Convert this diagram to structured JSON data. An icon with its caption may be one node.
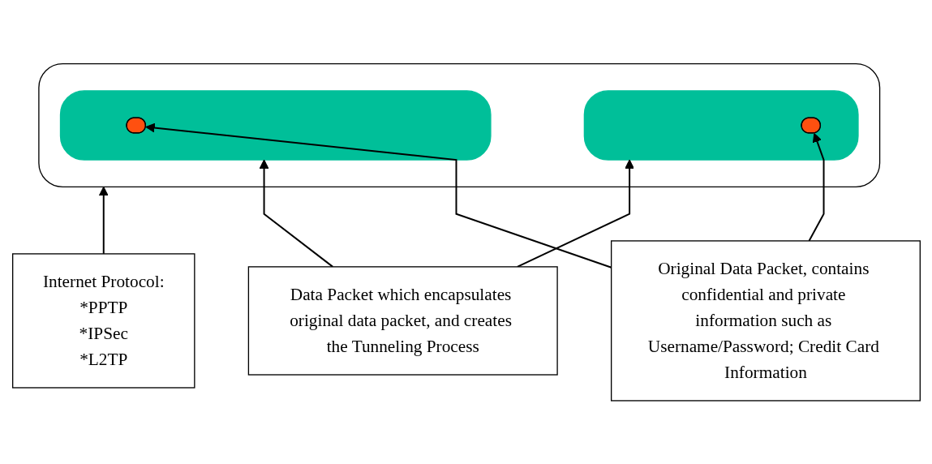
{
  "diagram": {
    "nodes": [
      {
        "text": [],
        "shape": "box"
      },
      {
        "text": [],
        "shape": "box",
        "in": 0
      },
      {
        "text": [],
        "shape": "ellipse",
        "in": 1
      },
      {
        "text": [],
        "shape": "box",
        "in": 0
      },
      {
        "text": [],
        "shape": "ellipse",
        "in": 3
      },
      {
        "text": [
          "Data Packet which encapsulates original data packet, and creates the Tunneling Process"
        ]
      },
      {
        "text": [
          "Internet Protocol:",
          "*PPTP",
          "*IPSec",
          "*L2TP"
        ]
      },
      {
        "text": [
          "Original Data Packet, contains confidential and private information such as Username/Password; Credit Card Information"
        ]
      }
    ],
    "edges": [
      {
        "from": 5,
        "to": 1,
        "arrow": "to"
      },
      {
        "from": 5,
        "to": 3,
        "arrow": "to"
      },
      {
        "from": 6,
        "to": 0,
        "arrow": "to"
      },
      {
        "from": 7,
        "to": 2,
        "arrow": "to"
      },
      {
        "from": 7,
        "to": 4,
        "arrow": "to"
      }
    ]
  }
}
